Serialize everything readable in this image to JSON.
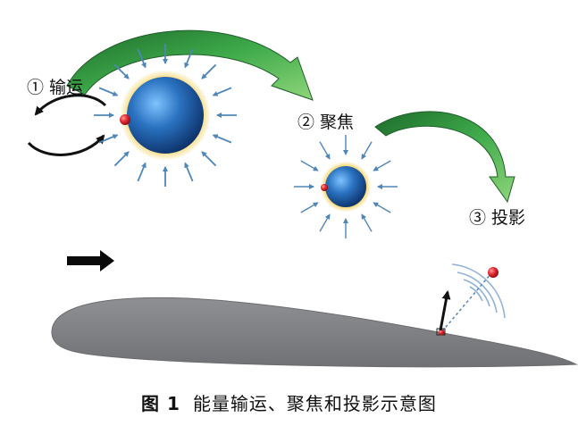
{
  "labels": {
    "step1": "① 输运",
    "step2": "② 聚焦",
    "step3": "③ 投影"
  },
  "caption": {
    "figure_number": "图 1",
    "text": "能量输运、聚焦和投影示意图"
  },
  "colors": {
    "sphere": "#1f5fa6",
    "halo": "#f0c44a",
    "arrow_green": "#3fa34d",
    "ray_arrow": "#4f86b8",
    "airfoil": "#808285",
    "particle": "#d8262c",
    "wave": "#8fb3d6"
  }
}
